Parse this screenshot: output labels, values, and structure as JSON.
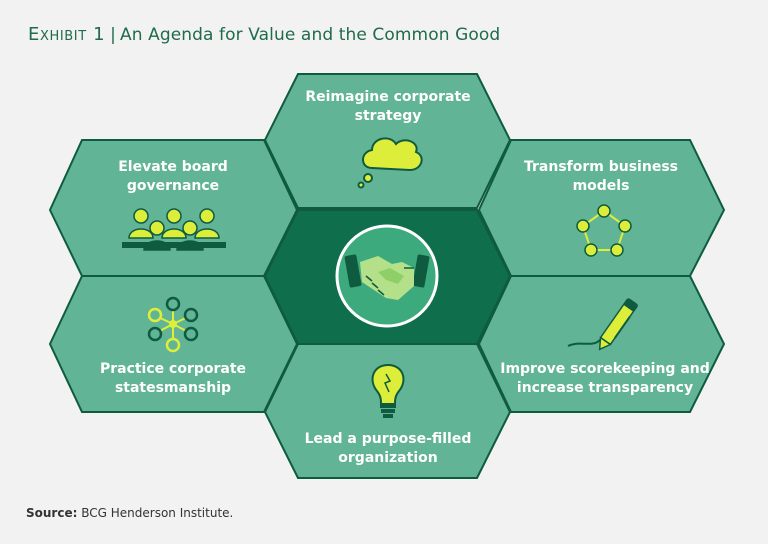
{
  "title": {
    "exhibit": "Exhibit 1",
    "separator": "|",
    "text": "An Agenda for Value and the Common Good"
  },
  "hexagons": {
    "top": "Reimagine corporate strategy",
    "upper_left": "Elevate board governance",
    "upper_right": "Transform business models",
    "lower_left": "Practice corporate statesmanship",
    "lower_right": "Improve scorekeeping and increase transparency",
    "bottom": "Lead a purpose-filled organization"
  },
  "center_icon": "handshake-icon",
  "icons": {
    "top": "thought-cloud-icon",
    "upper_left": "board-people-icon",
    "upper_right": "network-ring-icon",
    "lower_left": "hub-network-icon",
    "lower_right": "pen-signature-icon",
    "bottom": "lightbulb-icon"
  },
  "colors": {
    "hex_fill": "#62b496",
    "hex_stroke": "#0f5b40",
    "center_fill": "#0f6e4c",
    "accent": "#ddee3a",
    "title": "#1f6b4a"
  },
  "source": {
    "label": "Source:",
    "text": "BCG Henderson Institute."
  }
}
